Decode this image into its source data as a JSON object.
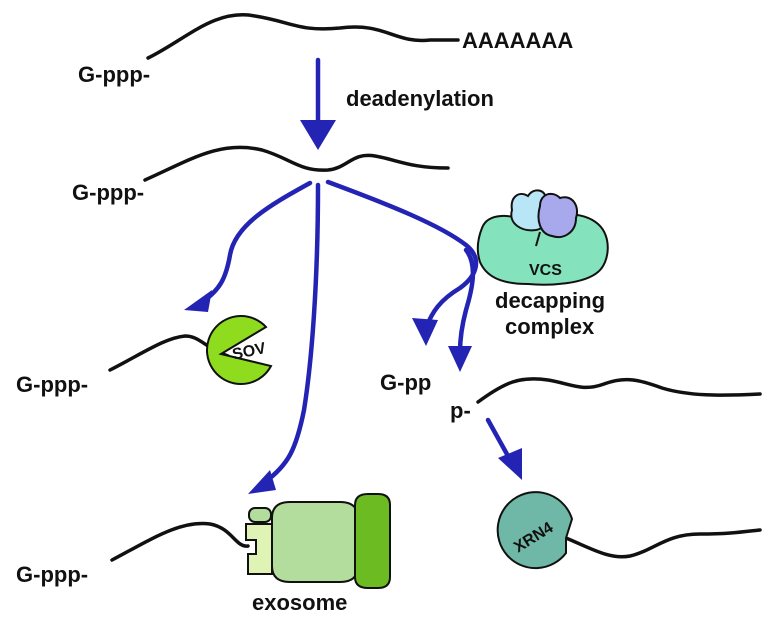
{
  "top_rna": {
    "cap": "G-ppp-",
    "tail": "AAAAAAA"
  },
  "step1_label": "deadenylation",
  "mid_rna": {
    "cap": "G-ppp-"
  },
  "sov_branch": {
    "cap": "G-ppp-",
    "enzyme": "SOV"
  },
  "decap_branch": {
    "enzyme": "VCS",
    "complex_line1": "decapping",
    "complex_line2": "complex",
    "released_cap": "G-pp",
    "monophosphate": "p-",
    "exonuclease": "XRN4"
  },
  "exosome_branch": {
    "cap": "G-ppp-",
    "label": "exosome"
  },
  "colors": {
    "arrow": "#2424b4",
    "rna": "#111111",
    "sov": "#8fdc1e",
    "vcs_body": "#84e2bd",
    "vcs_sub1": "#b8e6f6",
    "vcs_sub2": "#a8a8ec",
    "xrn4": "#6fb7a6",
    "exosome_light": "#b3dd9c",
    "exosome_dark": "#6dbb22",
    "exosome_pale": "#dff3b4"
  }
}
